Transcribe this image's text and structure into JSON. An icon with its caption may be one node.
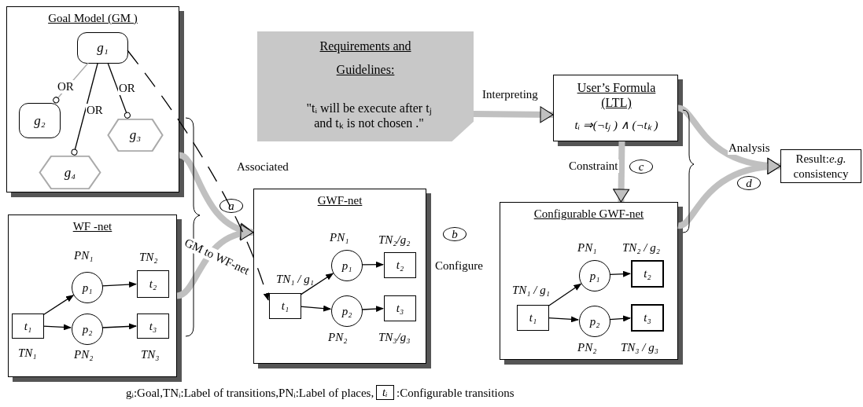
{
  "diagram": {
    "nodes": [
      {
        "text": [
          "Goal Model (GM )"
        ]
      },
      {
        "text": [
          "g₁"
        ],
        "in": 0
      },
      {
        "text": [
          "g₂"
        ],
        "in": 0
      },
      {
        "text": [
          "g₃"
        ],
        "in": 0
      },
      {
        "text": [
          "g₄"
        ],
        "in": 0
      },
      {
        "text": [
          "WF -net"
        ]
      },
      {
        "text": [
          "t₁"
        ],
        "in": 5,
        "beside": [
          "TN₁"
        ]
      },
      {
        "text": [
          "p₁"
        ],
        "in": 5,
        "beside": [
          "PN₁"
        ]
      },
      {
        "text": [
          "t₂"
        ],
        "in": 5,
        "beside": [
          "TN₂"
        ]
      },
      {
        "text": [
          "p₂"
        ],
        "in": 5,
        "beside": [
          "PN₂"
        ]
      },
      {
        "text": [
          "t₃"
        ],
        "in": 5,
        "beside": [
          "TN₃"
        ]
      },
      {
        "text": [
          "GWF-net"
        ]
      },
      {
        "text": [
          "t₁"
        ],
        "in": 11,
        "beside": [
          "TN₁ / g₁"
        ]
      },
      {
        "text": [
          "p₁"
        ],
        "in": 11,
        "beside": [
          "PN₁"
        ]
      },
      {
        "text": [
          "t₂"
        ],
        "in": 11,
        "beside": [
          "TN₂/g₂"
        ]
      },
      {
        "text": [
          "p₂"
        ],
        "in": 11,
        "beside": [
          "PN₂"
        ]
      },
      {
        "text": [
          "t₃"
        ],
        "in": 11,
        "beside": [
          "TN₃/g₃"
        ]
      },
      {
        "text": [
          "Requirements and Guidelines:",
          "\"tᵢ will be execute after tⱼ and tₖ is not chosen .\""
        ]
      },
      {
        "text": [
          "User’s Formula (LTL)",
          "tᵢ ⇒(¬tⱼ ) ∧ (¬tₖ )"
        ]
      },
      {
        "text": [
          "Configurable GWF-net"
        ]
      },
      {
        "text": [
          "t₁"
        ],
        "in": 19,
        "beside": [
          "TN₁ / g₁"
        ]
      },
      {
        "text": [
          "p₁"
        ],
        "in": 19,
        "beside": [
          "PN₁"
        ]
      },
      {
        "text": [
          "t₂"
        ],
        "in": 19,
        "beside": [
          "TN₂ / g₂"
        ]
      },
      {
        "text": [
          "p₂"
        ],
        "in": 19,
        "beside": [
          "PN₂"
        ]
      },
      {
        "text": [
          "t₃"
        ],
        "in": 19,
        "beside": [
          "TN₃ / g₃"
        ]
      },
      {
        "text": [
          "Result:*e.g.* consistency"
        ]
      }
    ],
    "edges": [
      {
        "from": 1,
        "to": 2,
        "arrow": "other",
        "label": "OR",
        "color": "#aaaaaa"
      },
      {
        "from": 1,
        "to": 4,
        "arrow": "other",
        "label": "OR"
      },
      {
        "from": 1,
        "to": 3,
        "arrow": "other",
        "label": "OR"
      },
      {
        "from": 6,
        "to": 7,
        "arrow": "to"
      },
      {
        "from": 6,
        "to": 9,
        "arrow": "to"
      },
      {
        "from": 7,
        "to": 8,
        "arrow": "to"
      },
      {
        "from": 9,
        "to": 10,
        "arrow": "to"
      },
      {
        "from": 0,
        "to": 11,
        "arrow": "to",
        "label": "GM to WF-net",
        "style": "thick",
        "color": "#c0c0c0"
      },
      {
        "from": 5,
        "to": 11,
        "arrow": "to",
        "style": "thick",
        "color": "#c0c0c0"
      },
      {
        "from": 1,
        "to": 12,
        "arrow": "to",
        "label": "Associated",
        "style": "dashed"
      },
      {
        "from": 12,
        "to": 13,
        "arrow": "to"
      },
      {
        "from": 12,
        "to": 15,
        "arrow": "to"
      },
      {
        "from": 13,
        "to": 14,
        "arrow": "to"
      },
      {
        "from": 15,
        "to": 16,
        "arrow": "to"
      },
      {
        "from": 17,
        "to": 18,
        "arrow": "to",
        "label": "Interpreting",
        "style": "thick",
        "color": "#c0c0c0"
      },
      {
        "from": 18,
        "to": 19,
        "arrow": "to",
        "label": "Constraint",
        "style": "thick",
        "color": "#c0c0c0"
      },
      {
        "from": 20,
        "to": 21,
        "arrow": "to"
      },
      {
        "from": 20,
        "to": 23,
        "arrow": "to"
      },
      {
        "from": 21,
        "to": 22,
        "arrow": "to"
      },
      {
        "from": 23,
        "to": 24,
        "arrow": "to"
      },
      {
        "from": 18,
        "to": 25,
        "arrow": "to",
        "label": "Analysis",
        "style": "thick",
        "color": "#c0c0c0"
      },
      {
        "from": 19,
        "to": 25,
        "arrow": "to",
        "style": "thick",
        "color": "#c0c0c0"
      }
    ],
    "labels": [
      "a",
      "b",
      "Configure",
      "c",
      "d",
      "gᵢ:Goal,TNᵢ:Label of transitions,PNᵢ:Label of  places,",
      "tᵢ",
      ":Configurable transitions"
    ]
  }
}
